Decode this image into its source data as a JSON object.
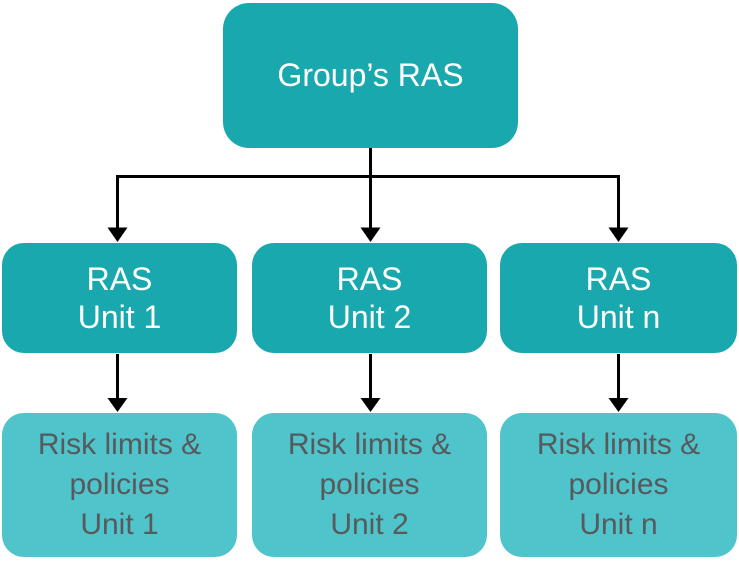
{
  "diagram": {
    "root": {
      "label": "Group’s RAS"
    },
    "units": [
      {
        "ras_label": "RAS\nUnit 1",
        "policy_label": "Risk limits &\npolicies\nUnit 1"
      },
      {
        "ras_label": "RAS\nUnit 2",
        "policy_label": "Risk limits &\npolicies\nUnit 2"
      },
      {
        "ras_label": "RAS\nUnit n",
        "policy_label": "Risk limits &\npolicies\nUnit n"
      }
    ]
  },
  "colors": {
    "primary_teal": "#1AA8AF",
    "light_teal": "#4FC4CB",
    "ras_text": "#FFFFFF",
    "policy_text": "#58595C",
    "connector": "#000000",
    "background": "#FFFFFF"
  }
}
